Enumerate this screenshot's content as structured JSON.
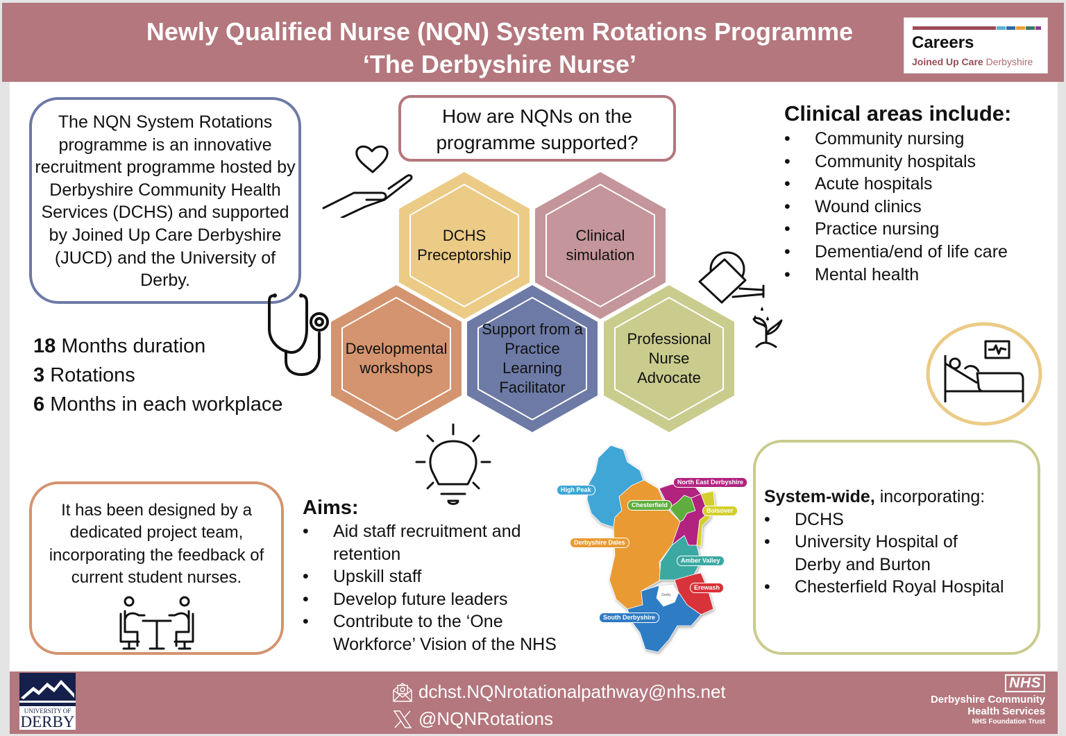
{
  "header": {
    "title_line1": "Newly Qualified Nurse (NQN) System Rotations Programme",
    "title_line2": "‘The Derbyshire Nurse’",
    "background_color": "#b3777d"
  },
  "careers_logo": {
    "label": "Careers",
    "sub_bold": "Joined Up Care",
    "sub_light": "Derbyshire",
    "bar_colors": [
      "#9c4b57",
      "#5ab0d0",
      "#2f6aa8",
      "#e7a23c",
      "#3c7a5f",
      "#8e3a8a"
    ]
  },
  "intro": {
    "text": "The NQN System Rotations programme is an innovative recruitment programme hosted by Derbyshire Community Health Services (DCHS) and supported by Joined Up Care Derbyshire (JUCD) and the University of Derby.",
    "border_color": "#6d7aa6"
  },
  "stats": [
    {
      "value": "18",
      "label": "Months duration"
    },
    {
      "value": "3",
      "label": "Rotations"
    },
    {
      "value": "6",
      "label": "Months in each workplace"
    }
  ],
  "support": {
    "question": "How are NQNs on the programme supported?",
    "hexagons": [
      {
        "label": "DCHS Preceptorship",
        "color": "#ebcb86"
      },
      {
        "label": "Clinical simulation",
        "color": "#c4959a"
      },
      {
        "label": "Developmental workshops",
        "color": "#d4946f"
      },
      {
        "label": "Support from a Practice Learning Facilitator",
        "color": "#6d7aa6"
      },
      {
        "label": "Professional Nurse Advocate",
        "color": "#c9cc8d"
      }
    ]
  },
  "clinical_areas": {
    "heading": "Clinical areas include:",
    "items": [
      "Community nursing",
      "Community hospitals",
      "Acute hospitals",
      "Wound clinics",
      "Practice nursing",
      "Dementia/end of life care",
      "Mental health"
    ]
  },
  "designed": {
    "text": "It has been designed by a dedicated project team, incorporating the feedback of current student nurses.",
    "border_color": "#d4946f"
  },
  "aims": {
    "heading": "Aims:",
    "items": [
      "Aid staff recruitment and retention",
      "Upskill staff",
      "Develop future leaders",
      "Contribute to the ‘One Workforce’ Vision of the NHS"
    ]
  },
  "map": {
    "regions": [
      {
        "name": "High Peak",
        "color": "#3fa6d6"
      },
      {
        "name": "North East Derbyshire",
        "color": "#b2237f"
      },
      {
        "name": "Chesterfield",
        "color": "#5fae3e"
      },
      {
        "name": "Bolsover",
        "color": "#d4cf2e"
      },
      {
        "name": "Derbyshire Dales",
        "color": "#e99a33"
      },
      {
        "name": "Amber Valley",
        "color": "#3aa9a2"
      },
      {
        "name": "Erewash",
        "color": "#d8323a"
      },
      {
        "name": "Derby",
        "color": "#ffffff"
      },
      {
        "name": "South Derbyshire",
        "color": "#2f7bc4"
      }
    ]
  },
  "system_wide": {
    "heading_bold": "System-wide,",
    "heading_rest": " incorporating:",
    "items": [
      "DCHS",
      "University Hospital of Derby and Burton",
      "Chesterfield Royal Hospital"
    ],
    "border_color": "#c9cc8d"
  },
  "footer": {
    "email": "dchst.NQNrotationalpathway@nhs.net",
    "twitter": "@NQNRotations",
    "university_logo": {
      "line1": "UNIVERSITY OF",
      "line2": "DERBY"
    },
    "nhs_logo": {
      "badge": "NHS",
      "line1": "Derbyshire Community",
      "line2": "Health Services",
      "line3": "NHS Foundation Trust"
    }
  }
}
